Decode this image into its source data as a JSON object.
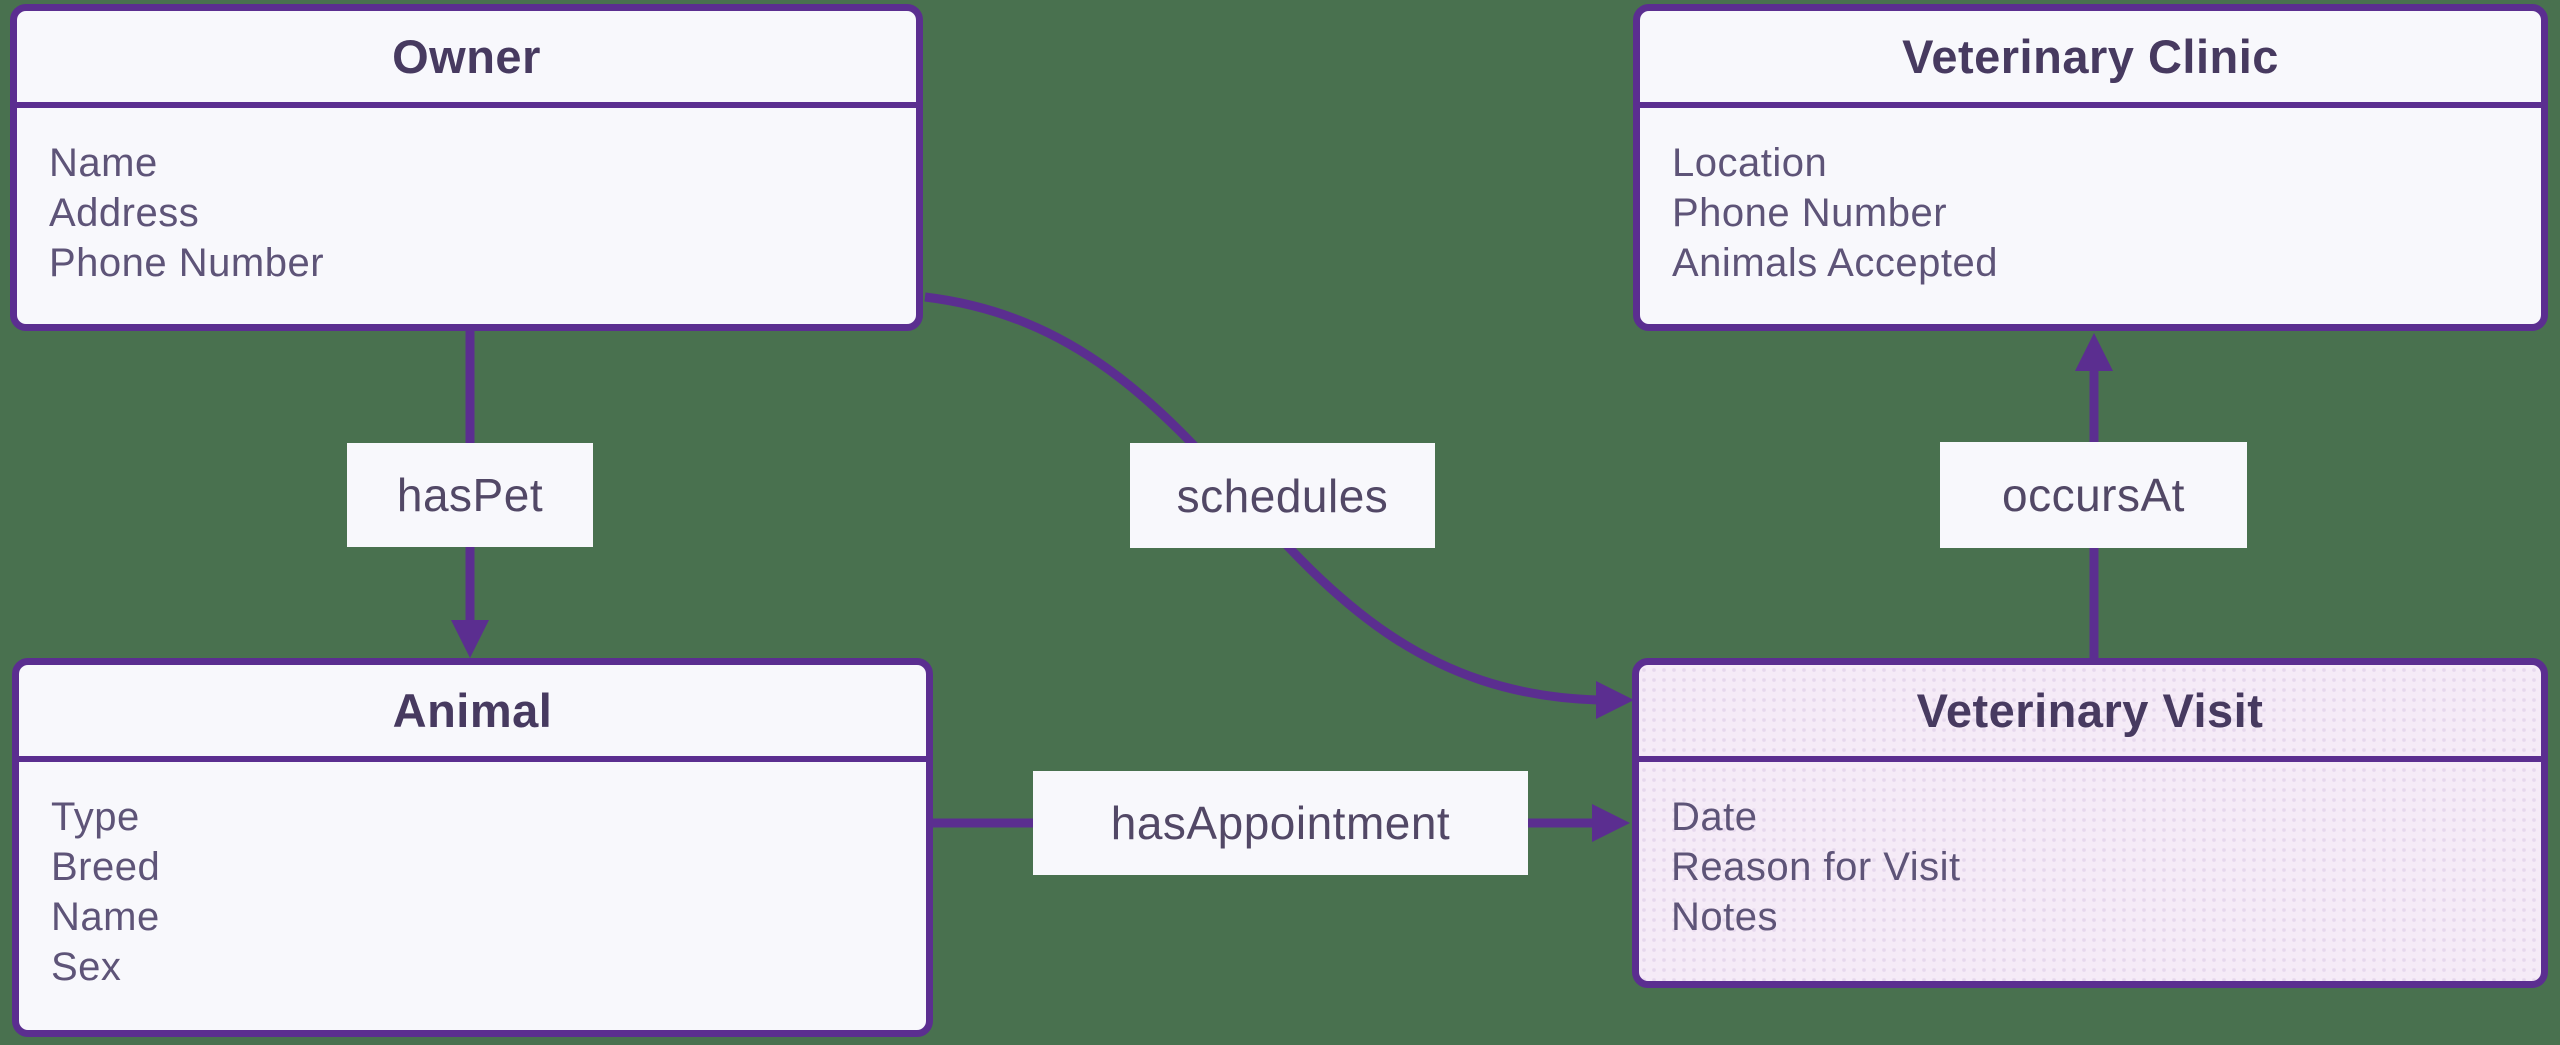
{
  "diagram_type": "entity-relationship",
  "colors": {
    "background": "#49714F",
    "accent": "#5B2E90",
    "box_fill": "#F8F8FC",
    "visit_box_fill": "#F5EBF7",
    "title_text": "#473A60",
    "attribute_text": "#5E5478",
    "label_text": "#524866"
  },
  "entities": [
    {
      "id": "owner",
      "title": "Owner",
      "attributes": [
        "Name",
        "Address",
        "Phone Number"
      ]
    },
    {
      "id": "clinic",
      "title": "Veterinary Clinic",
      "attributes": [
        "Location",
        "Phone Number",
        "Animals Accepted"
      ]
    },
    {
      "id": "animal",
      "title": "Animal",
      "attributes": [
        "Type",
        "Breed",
        "Name",
        "Sex"
      ]
    },
    {
      "id": "visit",
      "title": "Veterinary Visit",
      "attributes": [
        "Date",
        "Reason for Visit",
        "Notes"
      ]
    }
  ],
  "relationships": [
    {
      "id": "haspet",
      "label": "hasPet",
      "from": "Owner",
      "to": "Animal"
    },
    {
      "id": "schedules",
      "label": "schedules",
      "from": "Owner",
      "to": "Veterinary Visit"
    },
    {
      "id": "hasappointment",
      "label": "hasAppointment",
      "from": "Animal",
      "to": "Veterinary Visit"
    },
    {
      "id": "occursat",
      "label": "occursAt",
      "from": "Veterinary Visit",
      "to": "Veterinary Clinic"
    }
  ]
}
